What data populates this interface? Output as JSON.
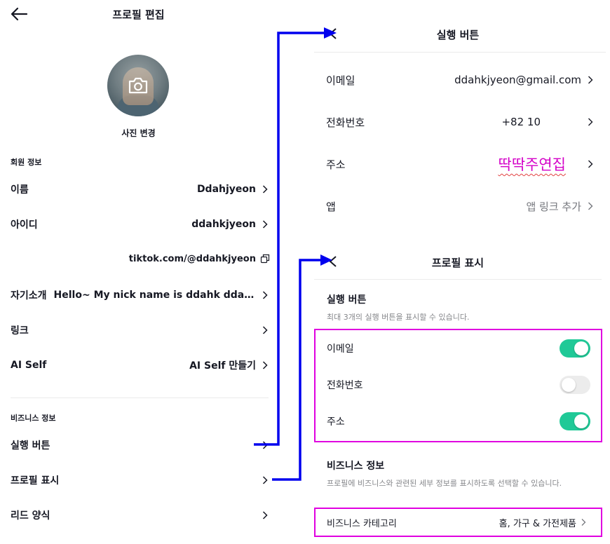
{
  "left": {
    "title": "프로필 편집",
    "back_icon": "back-arrow-icon",
    "photo_change": "사진 변경",
    "member_section": "회원 정보",
    "rows": [
      {
        "label": "이름",
        "value": "Ddahjyeon"
      },
      {
        "label": "아이디",
        "value": "ddahkjyeon"
      },
      {
        "label": "자기소개",
        "value": "Hello~ My nick name is ddahk ddah..."
      },
      {
        "label": "링크",
        "value": ""
      },
      {
        "label": "AI Self",
        "value": "AI Self 만들기"
      }
    ],
    "tiktok_link": "tiktok.com/@ddahkjyeon",
    "business_section": "비즈니스 정보",
    "business_rows": [
      {
        "label": "실행 버튼"
      },
      {
        "label": "프로필 표시"
      },
      {
        "label": "리드 양식"
      }
    ]
  },
  "action_panel": {
    "title": "실행 버튼",
    "rows": [
      {
        "label": "이메일",
        "value": "ddahkjyeon@gmail.com"
      },
      {
        "label": "전화번호",
        "value": "+82 10"
      },
      {
        "label": "주소",
        "value": "딱딱주연집"
      },
      {
        "label": "앱",
        "value": "앱 링크 추가"
      }
    ]
  },
  "display_panel": {
    "title": "프로필 표시",
    "action_section": "실행 버튼",
    "action_desc": "최대 3개의 실행 버튼을 표시할 수 있습니다.",
    "toggles": [
      {
        "label": "이메일",
        "on": true
      },
      {
        "label": "전화번호",
        "on": false
      },
      {
        "label": "주소",
        "on": true
      }
    ],
    "business_section": "비즈니스 정보",
    "business_desc": "프로필에 비즈니스와 관련된 세부 정보를 표시하도록 선택할 수 있습니다.",
    "category_label": "비즈니스 카테고리",
    "category_value": "홈, 가구 & 가전제품"
  },
  "colors": {
    "toggle_on": "#20c997",
    "highlight": "#e000e0",
    "arrow": "#0000ee",
    "address_text": "#d400c8"
  }
}
